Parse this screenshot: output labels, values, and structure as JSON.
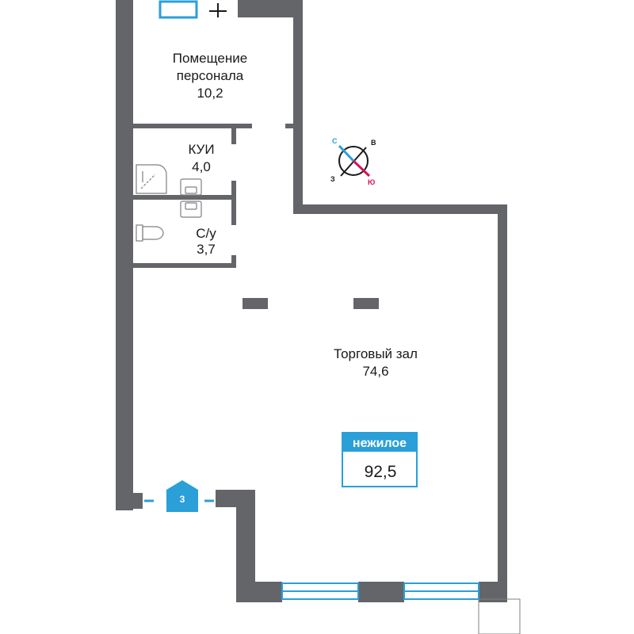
{
  "rooms": [
    {
      "name_line1": "Помещение",
      "name_line2": "персонала",
      "area": "10,2"
    },
    {
      "name_line1": "КУИ",
      "area": "4,0"
    },
    {
      "name_line1": "С/у",
      "area": "3,7"
    },
    {
      "name_line1": "Торговый зал",
      "area": "74,6"
    }
  ],
  "badge": {
    "title": "нежилое",
    "total_area": "92,5"
  },
  "compass": {
    "north": "С",
    "east": "В",
    "south": "Ю",
    "west": "З"
  },
  "entrance": {
    "number": "3"
  },
  "colors": {
    "wall": "#636569",
    "window": "#2a9fd8",
    "accent_blue": "#2a9fd8",
    "compass_south": "#d4145a",
    "fixture": "#808080"
  }
}
